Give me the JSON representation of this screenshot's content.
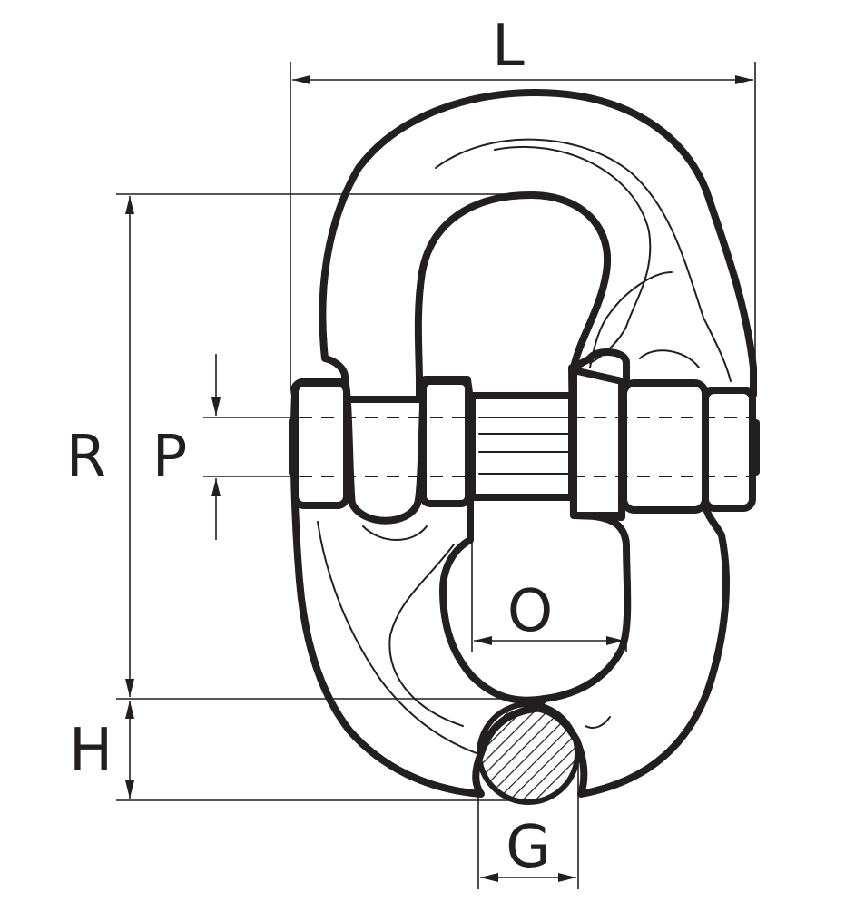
{
  "dimensions": {
    "L": "L",
    "R": "R",
    "P": "P",
    "O": "O",
    "H": "H",
    "G": "G"
  },
  "colors": {
    "line": "#231f20",
    "background": "#ffffff"
  }
}
